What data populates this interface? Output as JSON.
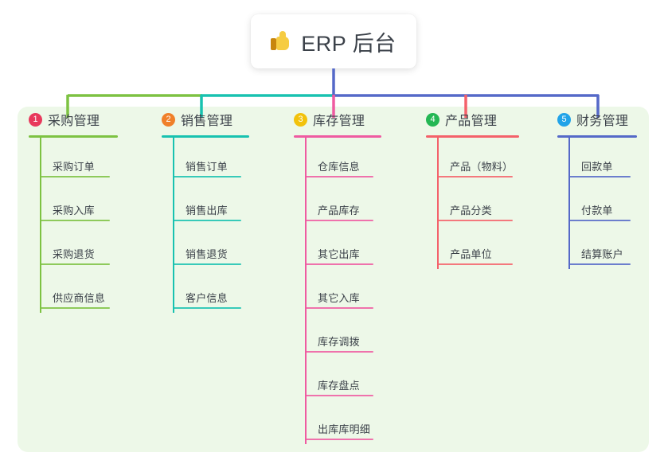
{
  "diagram": {
    "type": "org-chart",
    "root": {
      "title": "ERP 后台",
      "icon": "thumbs-up-icon"
    },
    "panel_color": "#edf8e8",
    "branches": [
      {
        "number": "1",
        "title": "采购管理",
        "color": "#7dc242",
        "badge_color": "#e8395c",
        "items": [
          "采购订单",
          "采购入库",
          "采购退货",
          "供应商信息"
        ]
      },
      {
        "number": "2",
        "title": "销售管理",
        "color": "#18c2b0",
        "badge_color": "#f0802a",
        "items": [
          "销售订单",
          "销售出库",
          "销售退货",
          "客户信息"
        ]
      },
      {
        "number": "3",
        "title": "库存管理",
        "color": "#ef5ba1",
        "badge_color": "#f2c20c",
        "items": [
          "仓库信息",
          "产品库存",
          "其它出库",
          "其它入库",
          "库存调拨",
          "库存盘点",
          "出库库明细"
        ]
      },
      {
        "number": "4",
        "title": "产品管理",
        "color": "#f4616a",
        "badge_color": "#24b754",
        "items": [
          "产品（物料）",
          "产品分类",
          "产品单位"
        ]
      },
      {
        "number": "5",
        "title": "财务管理",
        "color": "#5569c8",
        "badge_color": "#21a3e8",
        "items": [
          "回款单",
          "付款单",
          "结算账户"
        ]
      }
    ],
    "connector_segments": [
      {
        "name": "trunk",
        "color": "#5569c8"
      },
      {
        "name": "bar-left-green",
        "color": "#7dc242"
      },
      {
        "name": "bar-mid-teal",
        "color": "#18c2b0"
      },
      {
        "name": "bar-right-blue",
        "color": "#5569c8"
      }
    ]
  }
}
